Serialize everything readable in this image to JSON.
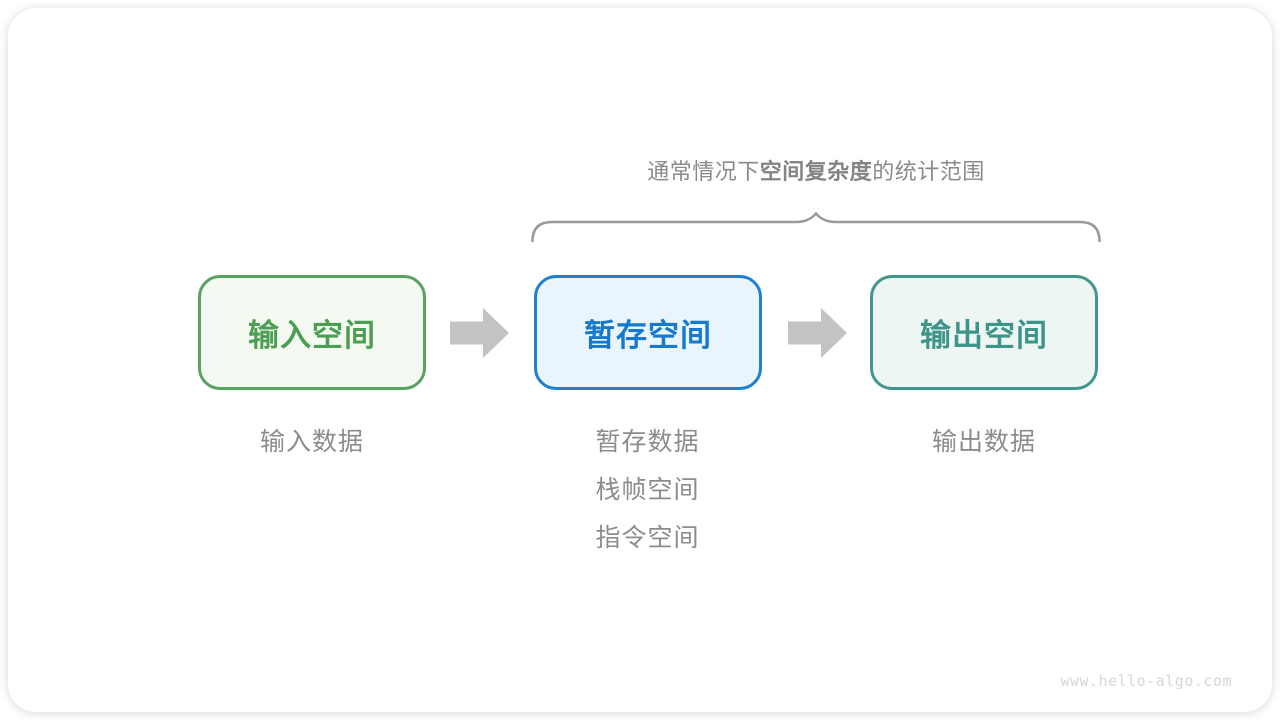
{
  "annotation": {
    "prefix": "通常情况下",
    "bold": "空间复杂度",
    "suffix": "的统计范围"
  },
  "boxes": [
    {
      "label": "输入空间",
      "border_color": "#5aa25f",
      "fill_color": "#f4faf2",
      "text_color": "#4c9e52",
      "sublabels": [
        "输入数据"
      ]
    },
    {
      "label": "暂存空间",
      "border_color": "#1f80d1",
      "fill_color": "#e9f4fc",
      "text_color": "#1679cc",
      "sublabels": [
        "暂存数据",
        "栈帧空间",
        "指令空间"
      ]
    },
    {
      "label": "输出空间",
      "border_color": "#43968b",
      "fill_color": "#edf6f3",
      "text_color": "#3d9488",
      "sublabels": [
        "输出数据"
      ]
    }
  ],
  "icons": {
    "arrow": "arrow-right-icon",
    "brace": "overbrace-icon"
  },
  "colors": {
    "arrow": "#c3c3c3",
    "brace": "#999999",
    "annotation_text": "#8a8a8a",
    "sublabel_text": "#8c8c8c",
    "watermark_text": "#d6d6d6",
    "card_background": "#ffffff"
  },
  "watermark": "www.hello-algo.com"
}
